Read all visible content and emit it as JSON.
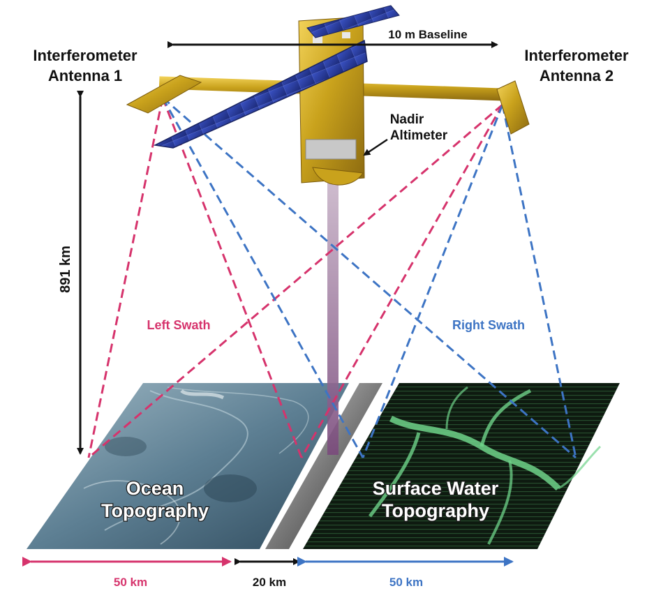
{
  "labels": {
    "antenna1_line1": "Interferometer",
    "antenna1_line2": "Antenna 1",
    "antenna2_line1": "Interferometer",
    "antenna2_line2": "Antenna 2",
    "baseline": "10 m Baseline",
    "nadir_line1": "Nadir",
    "nadir_line2": "Altimeter",
    "altitude": "891 km",
    "left_swath": "Left Swath",
    "right_swath": "Right Swath",
    "ocean_line1": "Ocean",
    "ocean_line2": "Topography",
    "surface_line1": "Surface Water",
    "surface_line2": "Topography",
    "left_width": "50 km",
    "gap_width": "20 km",
    "right_width": "50 km"
  },
  "colors": {
    "left_swath": "#d6336c",
    "right_swath": "#3d74c4",
    "nadir_beam": "#8a6a8c",
    "satellite_gold": "#c9a21c",
    "solar_panel": "#2b3f9e",
    "ocean_panel": "#5d7f93",
    "surface_panel": "#0f1a10",
    "surface_water": "#6fd38a"
  }
}
